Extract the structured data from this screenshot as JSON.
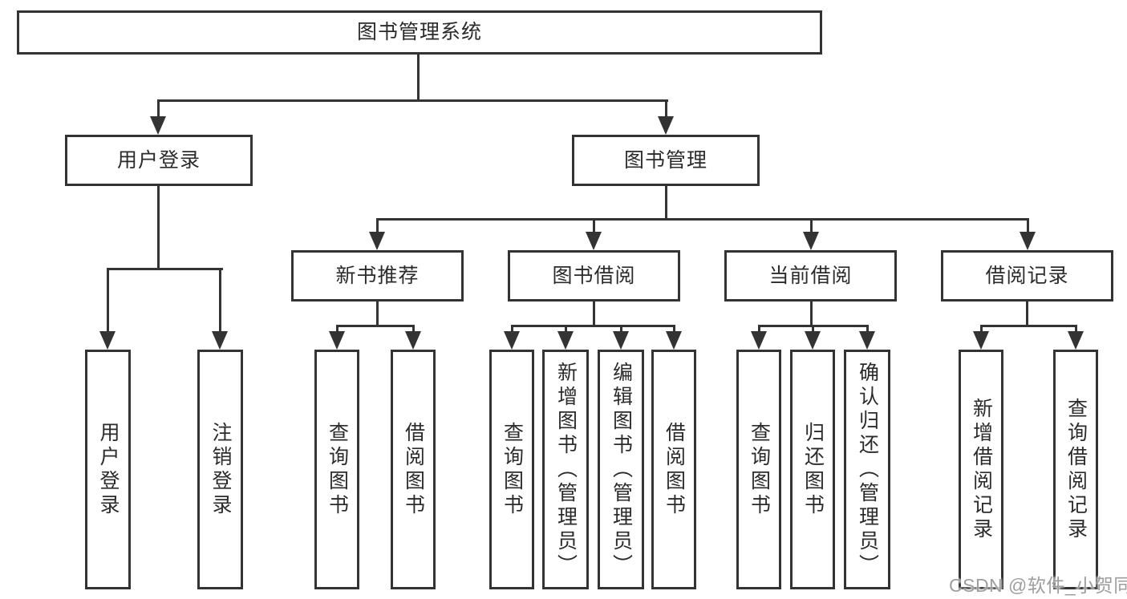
{
  "tree": {
    "root": {
      "label": "图书管理系统",
      "children": [
        {
          "label": "用户登录",
          "children": [
            {
              "label": "用户登录"
            },
            {
              "label": "注销登录"
            }
          ]
        },
        {
          "label": "图书管理",
          "children": [
            {
              "label": "新书推荐",
              "children": [
                {
                  "label": "查询图书"
                },
                {
                  "label": "借阅图书"
                }
              ]
            },
            {
              "label": "图书借阅",
              "children": [
                {
                  "label": "查询图书"
                },
                {
                  "label": "新增图书（管理员）"
                },
                {
                  "label": "编辑图书（管理员）"
                },
                {
                  "label": "借阅图书"
                }
              ]
            },
            {
              "label": "当前借阅",
              "children": [
                {
                  "label": "查询图书"
                },
                {
                  "label": "归还图书"
                },
                {
                  "label": "确认归还（管理员）"
                }
              ]
            },
            {
              "label": "借阅记录",
              "children": [
                {
                  "label": "新增借阅记录"
                },
                {
                  "label": "查询借阅记录"
                }
              ]
            }
          ]
        }
      ]
    }
  },
  "watermark": {
    "text": "CSDN @软件_小贺同学"
  },
  "colors": {
    "line": "#333333",
    "text": "#2b2b2b",
    "box_background": "#ffffff",
    "page_background": "#ffffff",
    "watermark": "#9e9e9e"
  }
}
